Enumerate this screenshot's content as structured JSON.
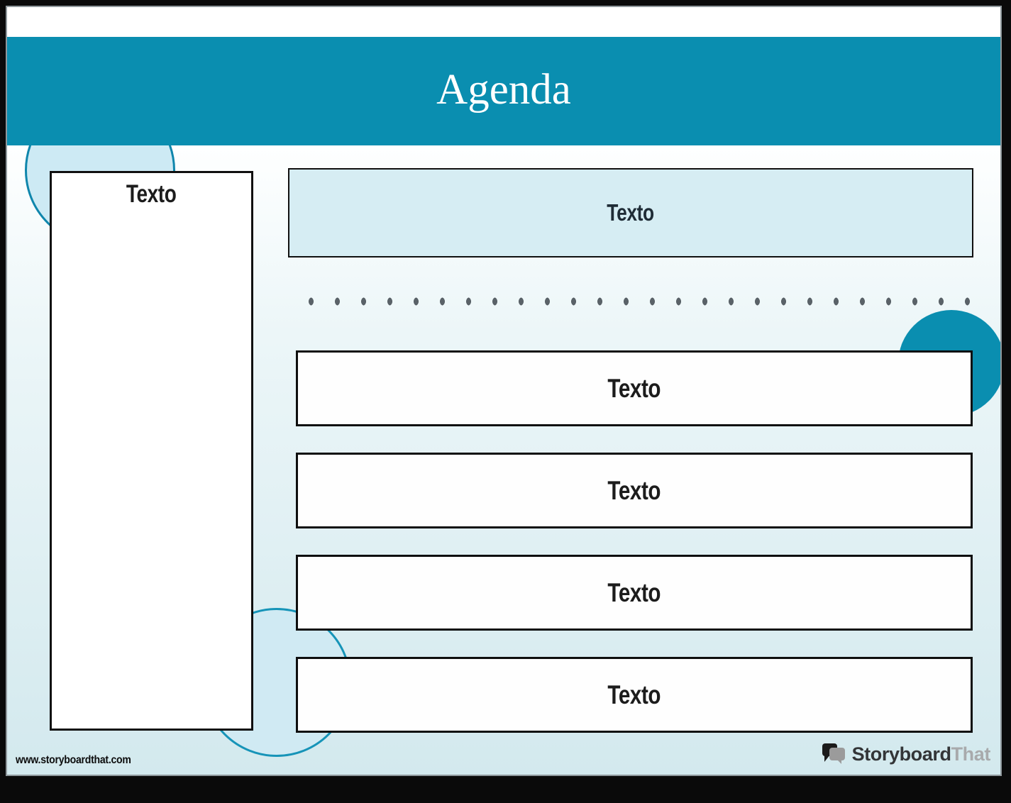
{
  "banner": {
    "title": "Agenda",
    "background_color": "#0A8EB0",
    "text_color": "#FFFFFF"
  },
  "sidebar_box": {
    "label": "Texto"
  },
  "header_box": {
    "label": "Texto",
    "fill_color": "#D6EDF3"
  },
  "agenda_rows": [
    {
      "label": "Texto"
    },
    {
      "label": "Texto"
    },
    {
      "label": "Texto"
    },
    {
      "label": "Texto"
    }
  ],
  "footer": {
    "website": "www.storyboardthat.com"
  },
  "brand": {
    "name_primary": "Storyboard",
    "name_secondary": "That",
    "icon": "speech-bubbles-icon"
  },
  "decor": {
    "dot_color": "#5A6268",
    "accent_teal": "#0A8EB0",
    "circle_fill": "#CFE9F3",
    "circle_stroke": "#1590B4"
  }
}
